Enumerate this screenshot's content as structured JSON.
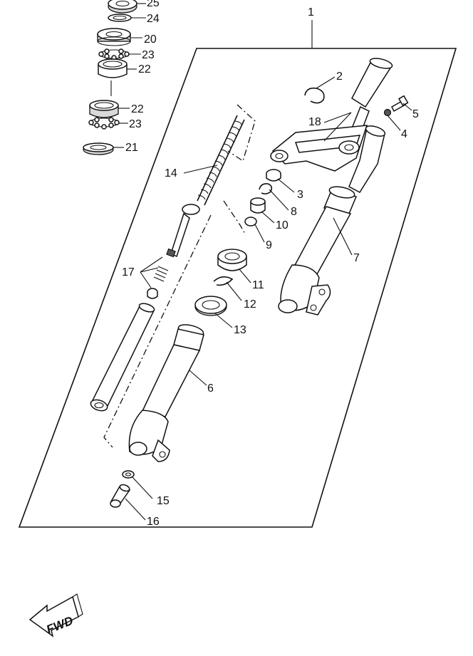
{
  "callouts": [
    {
      "id": "c25",
      "text": "25"
    },
    {
      "id": "c24",
      "text": "24"
    },
    {
      "id": "c20",
      "text": "20"
    },
    {
      "id": "c23a",
      "text": "23"
    },
    {
      "id": "c22a",
      "text": "22"
    },
    {
      "id": "c22b",
      "text": "22"
    },
    {
      "id": "c23b",
      "text": "23"
    },
    {
      "id": "c21",
      "text": "21"
    },
    {
      "id": "c1",
      "text": "1"
    },
    {
      "id": "c2",
      "text": "2"
    },
    {
      "id": "c5",
      "text": "5"
    },
    {
      "id": "c4",
      "text": "4"
    },
    {
      "id": "c18",
      "text": "18"
    },
    {
      "id": "c14",
      "text": "14"
    },
    {
      "id": "c3",
      "text": "3"
    },
    {
      "id": "c8",
      "text": "8"
    },
    {
      "id": "c10",
      "text": "10"
    },
    {
      "id": "c9",
      "text": "9"
    },
    {
      "id": "c7",
      "text": "7"
    },
    {
      "id": "c17",
      "text": "17"
    },
    {
      "id": "c11",
      "text": "11"
    },
    {
      "id": "c12",
      "text": "12"
    },
    {
      "id": "c13",
      "text": "13"
    },
    {
      "id": "c6",
      "text": "6"
    },
    {
      "id": "c15",
      "text": "15"
    },
    {
      "id": "c16",
      "text": "16"
    }
  ],
  "direction_badge": {
    "text": "FWD"
  }
}
